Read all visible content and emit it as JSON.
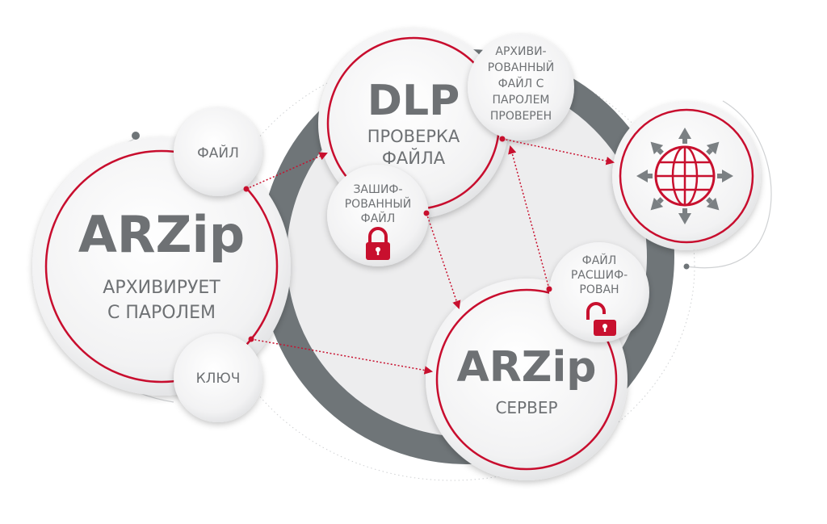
{
  "colors": {
    "accent": "#c8102e",
    "ring": "#6f7578",
    "text": "#6e7174",
    "bubble": "#f3f3f4"
  },
  "arzip_client": {
    "title": "ARZip",
    "subtitle_line1": "АРХИВИРУЕТ",
    "subtitle_line2": "С ПАРОЛЕМ"
  },
  "file_bubble": {
    "label": "ФАЙЛ"
  },
  "key_bubble": {
    "label": "КЛЮЧ"
  },
  "dlp": {
    "title": "DLP",
    "subtitle_line1": "ПРОВЕРКА",
    "subtitle_line2": "ФАЙЛА"
  },
  "encrypted_bubble": {
    "line1": "ЗАШИФ-",
    "line2": "РОВАННЫЙ",
    "line3": "ФАЙЛ",
    "icon": "lock-closed-icon"
  },
  "checked_bubble": {
    "line1": "АРХИВИ-",
    "line2": "РОВАННЫЙ",
    "line3": "ФАЙЛ С",
    "line4": "ПАРОЛЕМ",
    "line5": "ПРОВЕРЕН"
  },
  "decrypted_bubble": {
    "line1": "ФАЙЛ",
    "line2": "РАСШИФ-",
    "line3": "РОВАН",
    "icon": "lock-open-icon"
  },
  "arzip_server": {
    "title": "ARZip",
    "subtitle": "СЕРВЕР"
  },
  "internet": {
    "icon": "globe-arrows-icon"
  }
}
